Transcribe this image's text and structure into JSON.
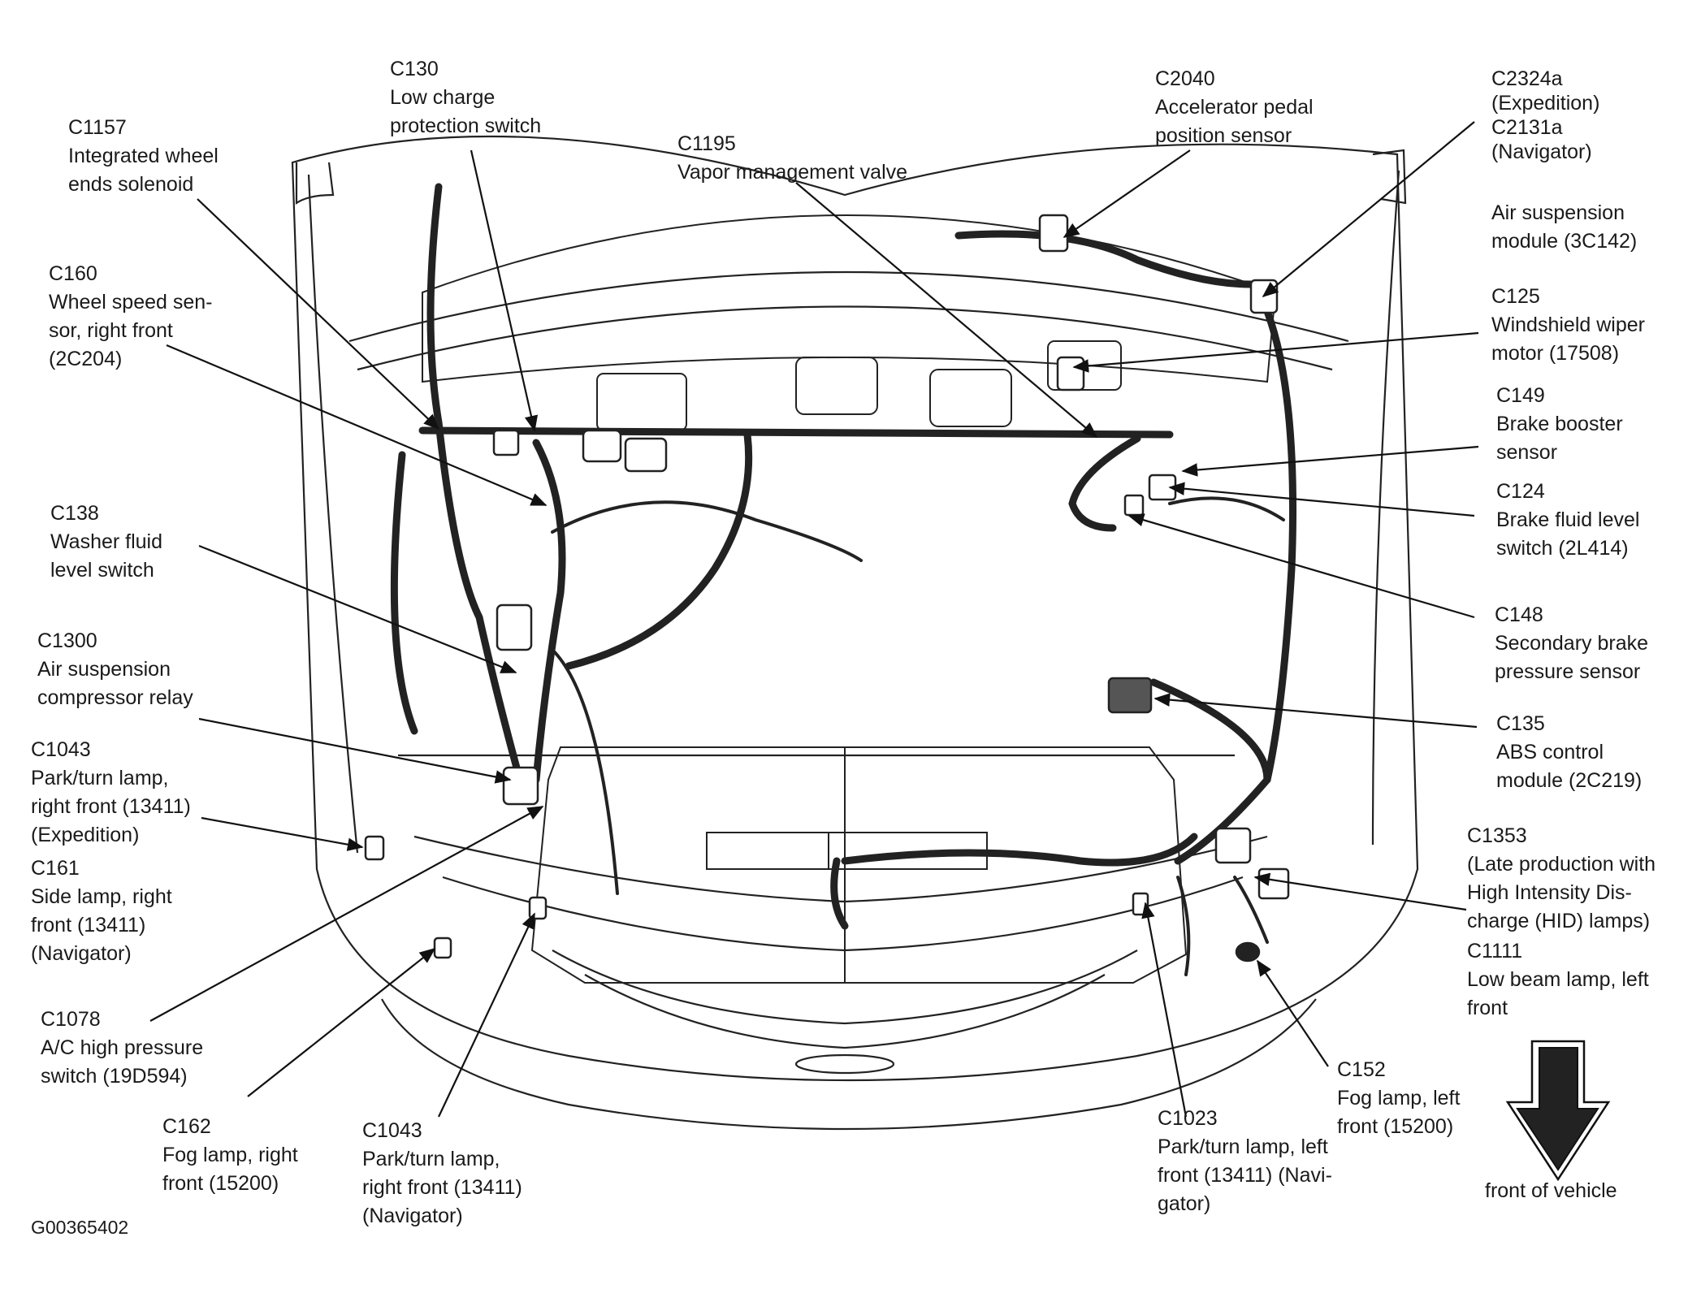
{
  "figure_id": "G00365402",
  "front_label": "front of vehicle",
  "front_arrow_icon": "down-arrow-icon",
  "callouts": [
    {
      "id": "c1157",
      "lines": [
        "C1157",
        "Integrated wheel",
        "ends solenoid"
      ]
    },
    {
      "id": "c130",
      "lines": [
        "C130",
        "Low charge",
        "protection switch"
      ]
    },
    {
      "id": "c1195",
      "lines": [
        "C1195",
        "Vapor management valve"
      ]
    },
    {
      "id": "c2040",
      "lines": [
        "C2040",
        "Accelerator pedal",
        "position sensor"
      ]
    },
    {
      "id": "c2324a",
      "lines": [
        "C2324a",
        "(Expedition)",
        "C2131a",
        "(Navigator)"
      ]
    },
    {
      "id": "airsusp",
      "lines": [
        "Air suspension",
        "module (3C142)"
      ]
    },
    {
      "id": "c160",
      "lines": [
        "C160",
        "Wheel speed sen-",
        "sor, right front",
        "(2C204)"
      ]
    },
    {
      "id": "c125",
      "lines": [
        "C125",
        "Windshield wiper",
        "motor (17508)"
      ]
    },
    {
      "id": "c149",
      "lines": [
        "C149",
        "Brake booster",
        "sensor"
      ]
    },
    {
      "id": "c138",
      "lines": [
        "C138",
        "Washer fluid",
        "level switch"
      ]
    },
    {
      "id": "c124",
      "lines": [
        "C124",
        "Brake fluid level",
        "switch (2L414)"
      ]
    },
    {
      "id": "c148",
      "lines": [
        "C148",
        "Secondary brake",
        "pressure sensor"
      ]
    },
    {
      "id": "c1300",
      "lines": [
        "C1300",
        "Air suspension",
        "compressor relay"
      ]
    },
    {
      "id": "c135",
      "lines": [
        "C135",
        "ABS control",
        "module (2C219)"
      ]
    },
    {
      "id": "c1043a",
      "lines": [
        "C1043",
        "Park/turn lamp,",
        "right front (13411)",
        "(Expedition)"
      ]
    },
    {
      "id": "c161",
      "lines": [
        "C161",
        "Side lamp, right",
        "front (13411)",
        "(Navigator)"
      ]
    },
    {
      "id": "c1353",
      "lines": [
        "C1353",
        "(Late production with",
        "High Intensity Dis-",
        "charge (HID) lamps)"
      ]
    },
    {
      "id": "c1111",
      "lines": [
        "C1111",
        "Low beam lamp, left",
        "front"
      ]
    },
    {
      "id": "c1078",
      "lines": [
        "C1078",
        "A/C high pressure",
        "switch (19D594)"
      ]
    },
    {
      "id": "c152",
      "lines": [
        "C152",
        "Fog lamp, left",
        "front (15200)"
      ]
    },
    {
      "id": "c162",
      "lines": [
        "C162",
        "Fog lamp, right",
        "front (15200)"
      ]
    },
    {
      "id": "c1043b",
      "lines": [
        "C1043",
        "Park/turn lamp,",
        "right front (13411)",
        "(Navigator)"
      ]
    },
    {
      "id": "c1023",
      "lines": [
        "C1023",
        "Park/turn lamp, left",
        "front (13411) (Navi-",
        "gator)"
      ]
    }
  ]
}
